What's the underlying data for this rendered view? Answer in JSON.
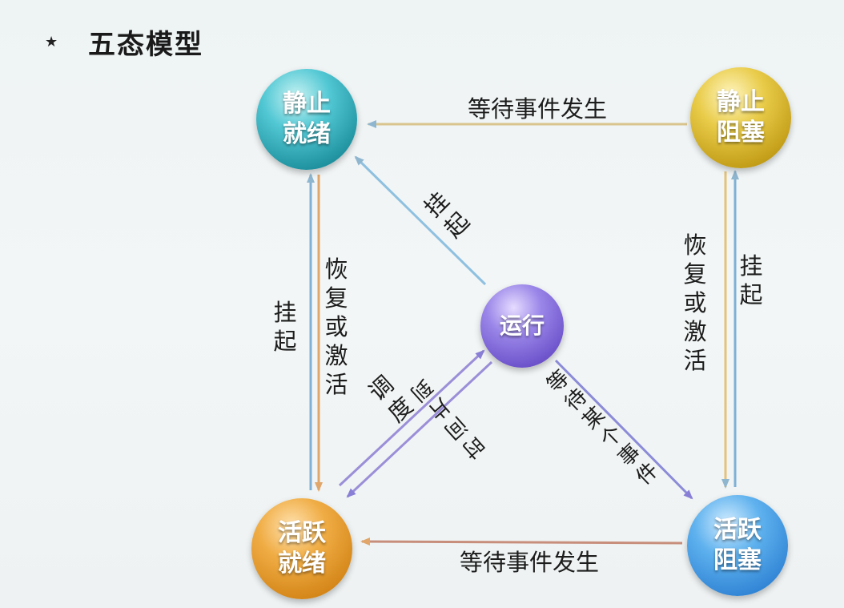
{
  "title": "五态模型",
  "bullet": "★",
  "nodes": {
    "static_ready": [
      "静止",
      "就绪"
    ],
    "static_blocked": [
      "静止",
      "阻塞"
    ],
    "running": "运行",
    "active_ready": [
      "活跃",
      "就绪"
    ],
    "active_blocked": [
      "活跃",
      "阻塞"
    ]
  },
  "labels": {
    "top_wait": "等待事件发生",
    "bottom_wait": "等待事件发生",
    "left_suspend": "挂起",
    "left_resume": "恢复或激活",
    "right_resume": "恢复或激活",
    "right_suspend": "挂起",
    "run_suspend": "挂起",
    "schedule": "调度",
    "timeslice": "时间片到",
    "wait_event": "等待某个事件"
  }
}
